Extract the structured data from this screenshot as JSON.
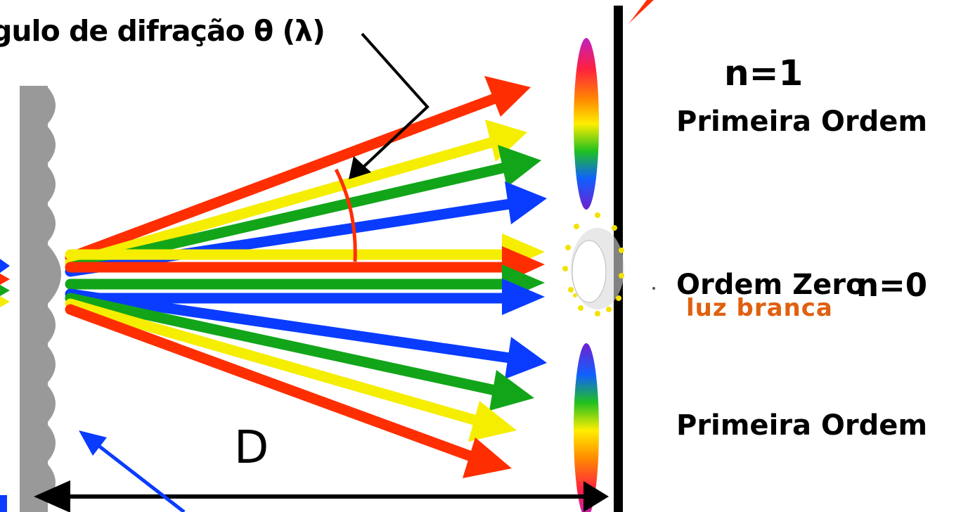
{
  "labels": {
    "angle": "gulo de difração θ (λ)",
    "n1": "n=1",
    "first_order_top": "Primeira Ordem",
    "zero_order": "Ordem Zero",
    "n0": "n=0",
    "white_light": "luz branca",
    "first_order_bottom": "Primeira Ordem",
    "distance": "D"
  },
  "colors": {
    "red": "#ff2e00",
    "yellow": "#f5ee00",
    "green": "#12a51a",
    "blue": "#0a3cff",
    "grating": "#999999",
    "screen": "#000000",
    "white_light_label": "#e06010",
    "zero_order_dots": "#f2e200"
  }
}
